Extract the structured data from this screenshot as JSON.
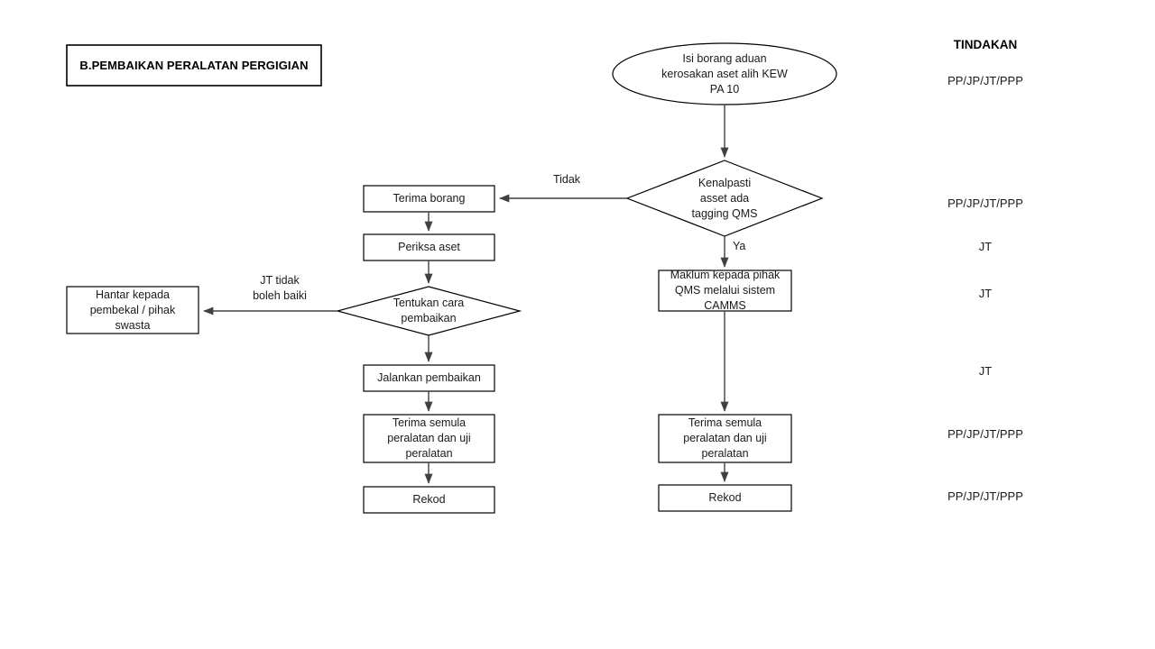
{
  "document": {
    "title_box": {
      "label": "B.PEMBAIKAN PERALATAN PERGIGIAN"
    }
  },
  "nodes": {
    "start_oval": {
      "label": "Isi borang aduan\nkerosakan aset alih KEW\nPA 10",
      "shape": "ellipse"
    },
    "decision_tagging": {
      "label": "Kenalpasti\nasset ada\ntagging QMS",
      "shape": "diamond"
    },
    "terima_borang": {
      "label": "Terima borang",
      "shape": "rect"
    },
    "periksa_aset": {
      "label": "Periksa aset",
      "shape": "rect"
    },
    "decision_cara": {
      "label": "Tentukan cara\npembaikan",
      "shape": "diamond"
    },
    "hantar_pembekal": {
      "label": "Hantar kepada\npembekal / pihak\nswasta",
      "shape": "rect"
    },
    "jalankan_pembaikan": {
      "label": "Jalankan pembaikan",
      "shape": "rect"
    },
    "terima_semula_left": {
      "label": "Terima semula\nperalatan dan uji\nperalatan",
      "shape": "rect"
    },
    "rekod_left": {
      "label": "Rekod",
      "shape": "rect"
    },
    "maklum_qms": {
      "label": "Maklum kepada pihak\nQMS melalui sistem\nCAMMS",
      "shape": "rect"
    },
    "terima_semula_right": {
      "label": "Terima semula\nperalatan dan uji\nperalatan",
      "shape": "rect"
    },
    "rekod_right": {
      "label": "Rekod",
      "shape": "rect"
    }
  },
  "edge_labels": {
    "tidak": "Tidak",
    "ya": "Ya",
    "jt_tidak_boleh_baiki": "JT tidak\nboleh baiki"
  },
  "action_column": {
    "header": "TINDAKAN",
    "items": [
      {
        "label": "PP/JP/JT/PPP"
      },
      {
        "label": "PP/JP/JT/PPP"
      },
      {
        "label": "JT"
      },
      {
        "label": "JT"
      },
      {
        "label": "JT"
      },
      {
        "label": "PP/JP/JT/PPP"
      },
      {
        "label": "PP/JP/JT/PPP"
      }
    ]
  },
  "colors": {
    "stroke": "#000000",
    "connector": "#404040",
    "text": "#1a1a1a",
    "background": "#ffffff"
  }
}
